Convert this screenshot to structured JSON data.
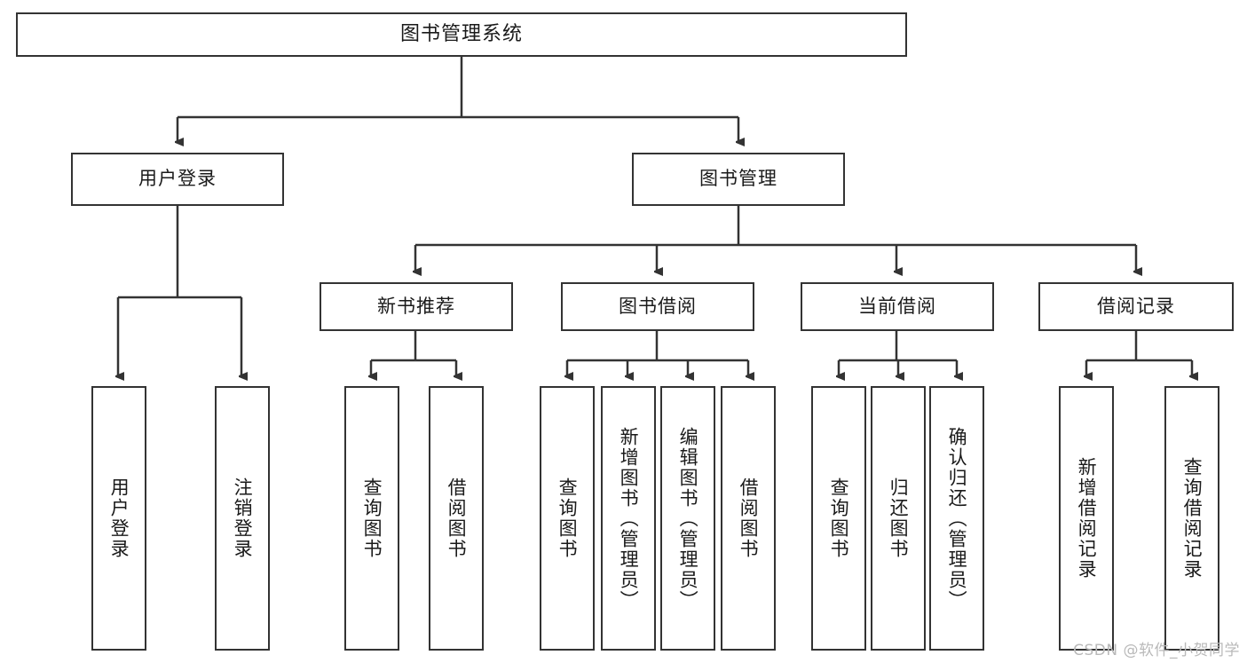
{
  "diagram": {
    "title": "图书管理系统",
    "type": "tree-hierarchy",
    "watermark": "CSDN @软件_小贺同学",
    "colors": {
      "background": "#ffffff",
      "border": "#333333",
      "text": "#1a1a1a",
      "watermark": "#b9b9b9"
    },
    "root": {
      "label": "图书管理系统"
    },
    "level2": [
      {
        "label": "用户登录"
      },
      {
        "label": "图书管理"
      }
    ],
    "level3": [
      {
        "label": "新书推荐"
      },
      {
        "label": "图书借阅"
      },
      {
        "label": "当前借阅"
      },
      {
        "label": "借阅记录"
      }
    ],
    "leaves": {
      "user_login": [
        {
          "label": "用户登录"
        },
        {
          "label": "注销登录"
        }
      ],
      "new_book_recommend": [
        {
          "label": "查询图书"
        },
        {
          "label": "借阅图书"
        }
      ],
      "book_borrow": [
        {
          "label": "查询图书"
        },
        {
          "label": "新增图书（管理员）"
        },
        {
          "label": "编辑图书（管理员）"
        },
        {
          "label": "借阅图书"
        }
      ],
      "current_borrow": [
        {
          "label": "查询图书"
        },
        {
          "label": "归还图书"
        },
        {
          "label": "确认归还（管理员）"
        }
      ],
      "borrow_record": [
        {
          "label": "新增借阅记录"
        },
        {
          "label": "查询借阅记录"
        }
      ]
    }
  }
}
